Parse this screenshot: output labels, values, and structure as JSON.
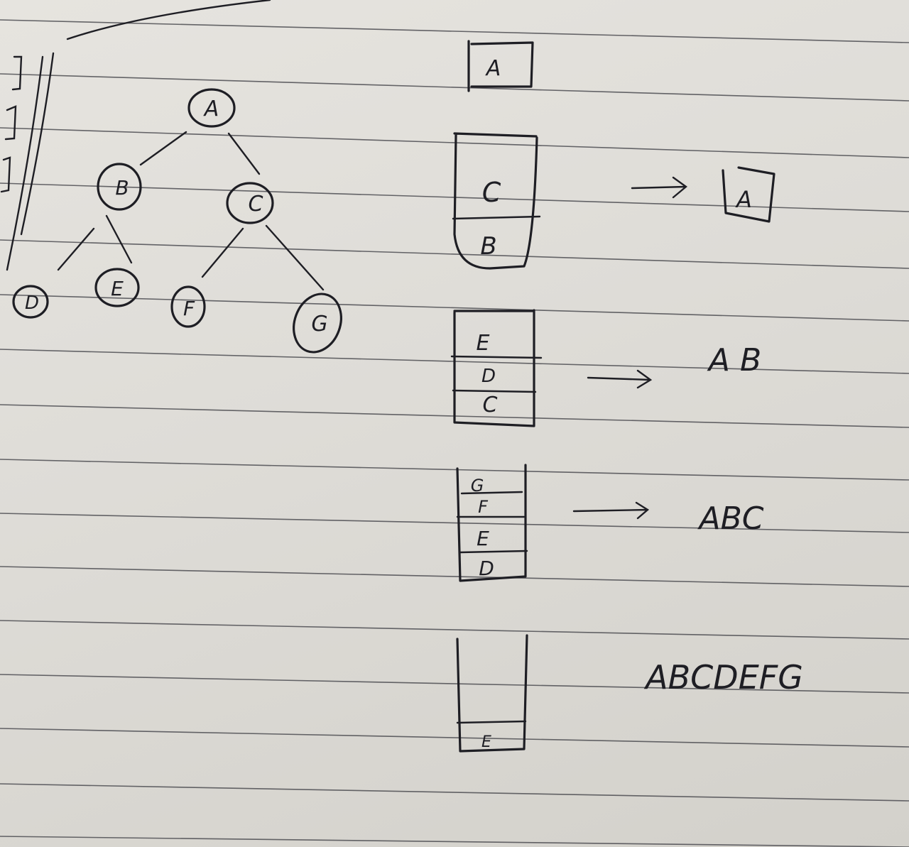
{
  "tree": {
    "nodes": [
      {
        "id": "A",
        "label": "A"
      },
      {
        "id": "B",
        "label": "B"
      },
      {
        "id": "C",
        "label": "C"
      },
      {
        "id": "D",
        "label": "D"
      },
      {
        "id": "E",
        "label": "E"
      },
      {
        "id": "F",
        "label": "F"
      },
      {
        "id": "G",
        "label": "G"
      }
    ],
    "edges": [
      [
        "A",
        "B"
      ],
      [
        "A",
        "C"
      ],
      [
        "B",
        "D"
      ],
      [
        "B",
        "E"
      ],
      [
        "C",
        "F"
      ],
      [
        "C",
        "G"
      ]
    ]
  },
  "steps": [
    {
      "stack": [
        "A"
      ],
      "output": ""
    },
    {
      "stack": [
        "C",
        "B"
      ],
      "output": "A"
    },
    {
      "stack": [
        "E",
        "D",
        "C"
      ],
      "output": "A B"
    },
    {
      "stack": [
        "G",
        "F",
        "E",
        "D"
      ],
      "output": "ABC"
    },
    {
      "stack": [
        "E"
      ],
      "output": "ABCDEFG"
    }
  ],
  "colors": {
    "ink": "#1e1e24",
    "paper": "#e2e0db",
    "rule": "#4d4d52"
  }
}
